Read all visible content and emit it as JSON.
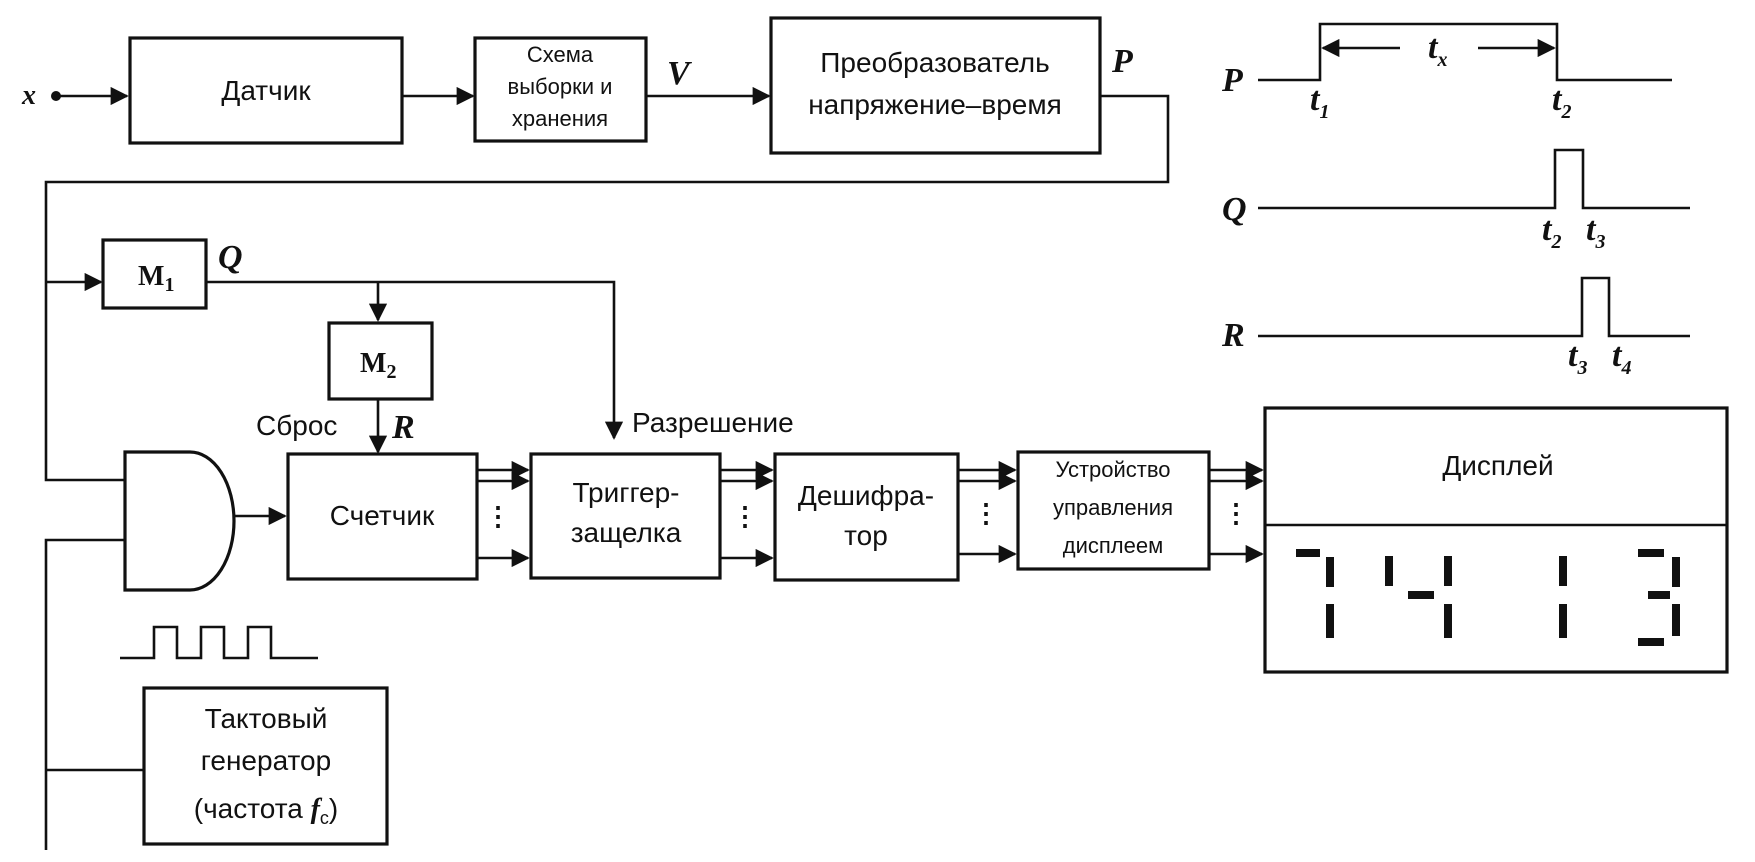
{
  "input": {
    "x": "x"
  },
  "blocks": {
    "sensor": [
      "Датчик"
    ],
    "sample_hold": [
      "Схема",
      "выборки и",
      "хранения"
    ],
    "vt_converter": [
      "Преобразователь",
      "напряжение–время"
    ],
    "m1": "M",
    "m1_sub": "1",
    "m2": "M",
    "m2_sub": "2",
    "counter": [
      "Счетчик"
    ],
    "latch": [
      "Триггер-",
      "защелка"
    ],
    "decoder": [
      "Дешифра-",
      "тор"
    ],
    "display_ctrl": [
      "Устройство",
      "управления",
      "дисплеем"
    ],
    "display": "Дисплей",
    "clock": [
      "Тактовый",
      "генератор",
      "(частота "
    ],
    "clock_f": "f",
    "clock_f_sub": "c",
    "clock_close": ")"
  },
  "signals": {
    "V": "V",
    "P": "P",
    "Q": "Q",
    "R": "R"
  },
  "labels": {
    "reset": "Сброс",
    "enable": "Разрешение",
    "ellipsis": "⋮"
  },
  "timing": {
    "P": "P",
    "Q": "Q",
    "R": "R",
    "t1": "t",
    "t1_sub": "1",
    "t2": "t",
    "t2_sub": "2",
    "t3": "t",
    "t3_sub": "3",
    "t4": "t",
    "t4_sub": "4",
    "tx": "t",
    "tx_sub": "x"
  }
}
